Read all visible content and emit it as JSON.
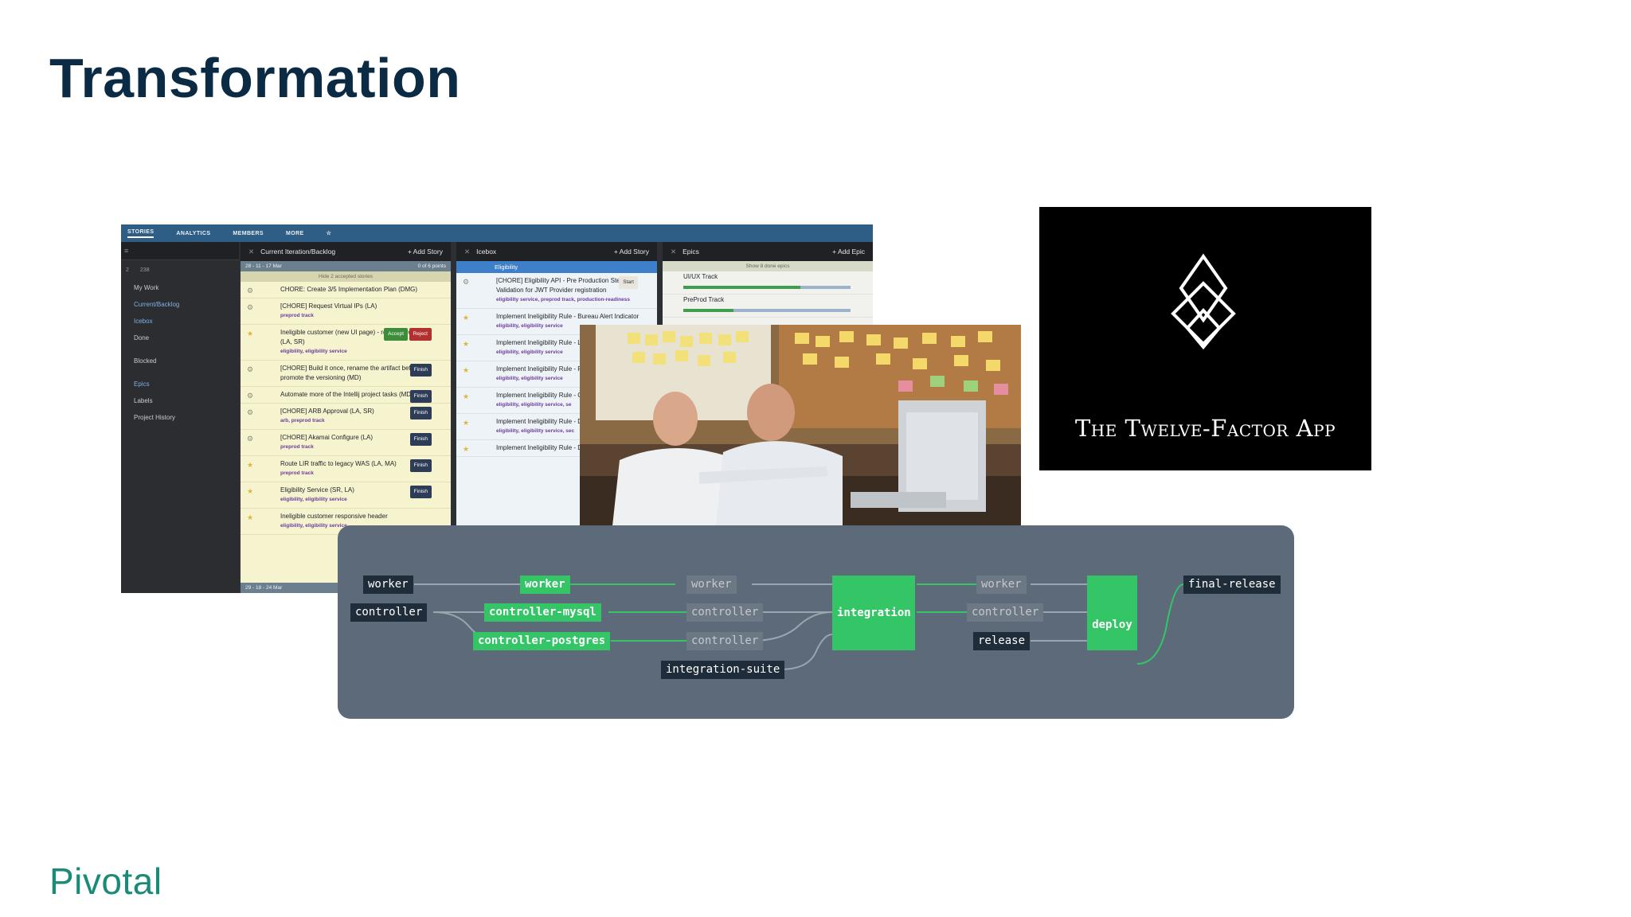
{
  "title": "Transformation",
  "logo": "Pivotal",
  "tracker": {
    "tabs": [
      "STORIES",
      "ANALYTICS",
      "MEMBERS",
      "MORE"
    ],
    "counts": [
      "2",
      "238"
    ],
    "sidebar": [
      "My Work",
      "Current/Backlog",
      "Icebox",
      "Done",
      "Blocked",
      "Epics",
      "Labels",
      "Project History"
    ],
    "backlog": {
      "title": "Current Iteration/Backlog",
      "add": "+ Add Story",
      "iteration": "28 - 11 - 17 Mar",
      "points": "0 of 6 points",
      "hide": "Hide 2 accepted stories",
      "stories": [
        {
          "text": "CHORE: Create 3/5 Implementation Plan (DMG)",
          "labels": ""
        },
        {
          "text": "[CHORE] Request Virtual IPs (LA)",
          "labels": "preprod track"
        },
        {
          "text": "Ineligible customer (new UI page) - responsive body (LA, SR)",
          "labels": "eligibility, eligibility service"
        },
        {
          "text": "[CHORE] Build it once, rename the artifact before we promote the versioning (MD)",
          "labels": ""
        },
        {
          "text": "Automate more of the Intellij project tasks (MD)",
          "labels": ""
        },
        {
          "text": "[CHORE] ARB Approval (LA, SR)",
          "labels": "arb, preprod track"
        },
        {
          "text": "[CHORE] Akamai Configure (LA)",
          "labels": "preprod track"
        },
        {
          "text": "Route LIR traffic to legacy WAS (LA, MA)",
          "labels": "preprod track"
        },
        {
          "text": "Eligibility Service (SR, LA)",
          "labels": "eligibility, eligibility service"
        },
        {
          "text": "Ineligible customer responsive header",
          "labels": "eligibility, eligibility service"
        }
      ],
      "next_iteration": "29 - 18 - 24 Mar",
      "buttons": {
        "accept": "Accept",
        "reject": "Reject",
        "finish": "Finish"
      }
    },
    "icebox": {
      "title": "Icebox",
      "add": "+ Add Story",
      "epic": "Eligibility",
      "start": "Start",
      "stories": [
        {
          "text": "[CHORE] Eligibility API - Pre Production Steps & Validation for JWT Provider registration",
          "labels": "eligibility service, preprod track, production-readiness"
        },
        {
          "text": "Implement Ineligibility Rule - Bureau Alert Indicator",
          "labels": "eligibility, eligibility service"
        },
        {
          "text": "Implement Ineligibility Rule - Loan Application",
          "labels": "eligibility, eligibility service"
        },
        {
          "text": "Implement Ineligibility Rule - Pending Application",
          "labels": "eligibility, eligibility service"
        },
        {
          "text": "Implement Ineligibility Rule - Card (CS, AM)",
          "labels": "eligibility, eligibility service, se"
        },
        {
          "text": "Implement Ineligibility Rule - Deposit on Hold",
          "labels": "eligibility, eligibility service, sec"
        },
        {
          "text": "Implement Ineligibility Rule - Deposit at Max",
          "labels": ""
        }
      ]
    },
    "epics": {
      "title": "Epics",
      "add": "+ Add Epic",
      "show_done": "Show 8 done epics",
      "items": [
        {
          "name": "UI/UX Track",
          "progress": 0.7
        },
        {
          "name": "PreProd Track",
          "progress": 0.3
        }
      ]
    }
  },
  "twelve_factor": "The Twelve-Factor App",
  "pipeline": {
    "col1": [
      "worker",
      "controller"
    ],
    "col2": [
      "worker",
      "controller-mysql",
      "controller-postgres"
    ],
    "col3": [
      "worker",
      "controller",
      "controller",
      "integration-suite"
    ],
    "integration": "integration",
    "col5": [
      "worker",
      "controller",
      "release"
    ],
    "deploy": "deploy",
    "final": "final-release",
    "colors": {
      "green": "#34c566",
      "dark": "#1f2c39",
      "bg": "#5c6a79"
    }
  }
}
